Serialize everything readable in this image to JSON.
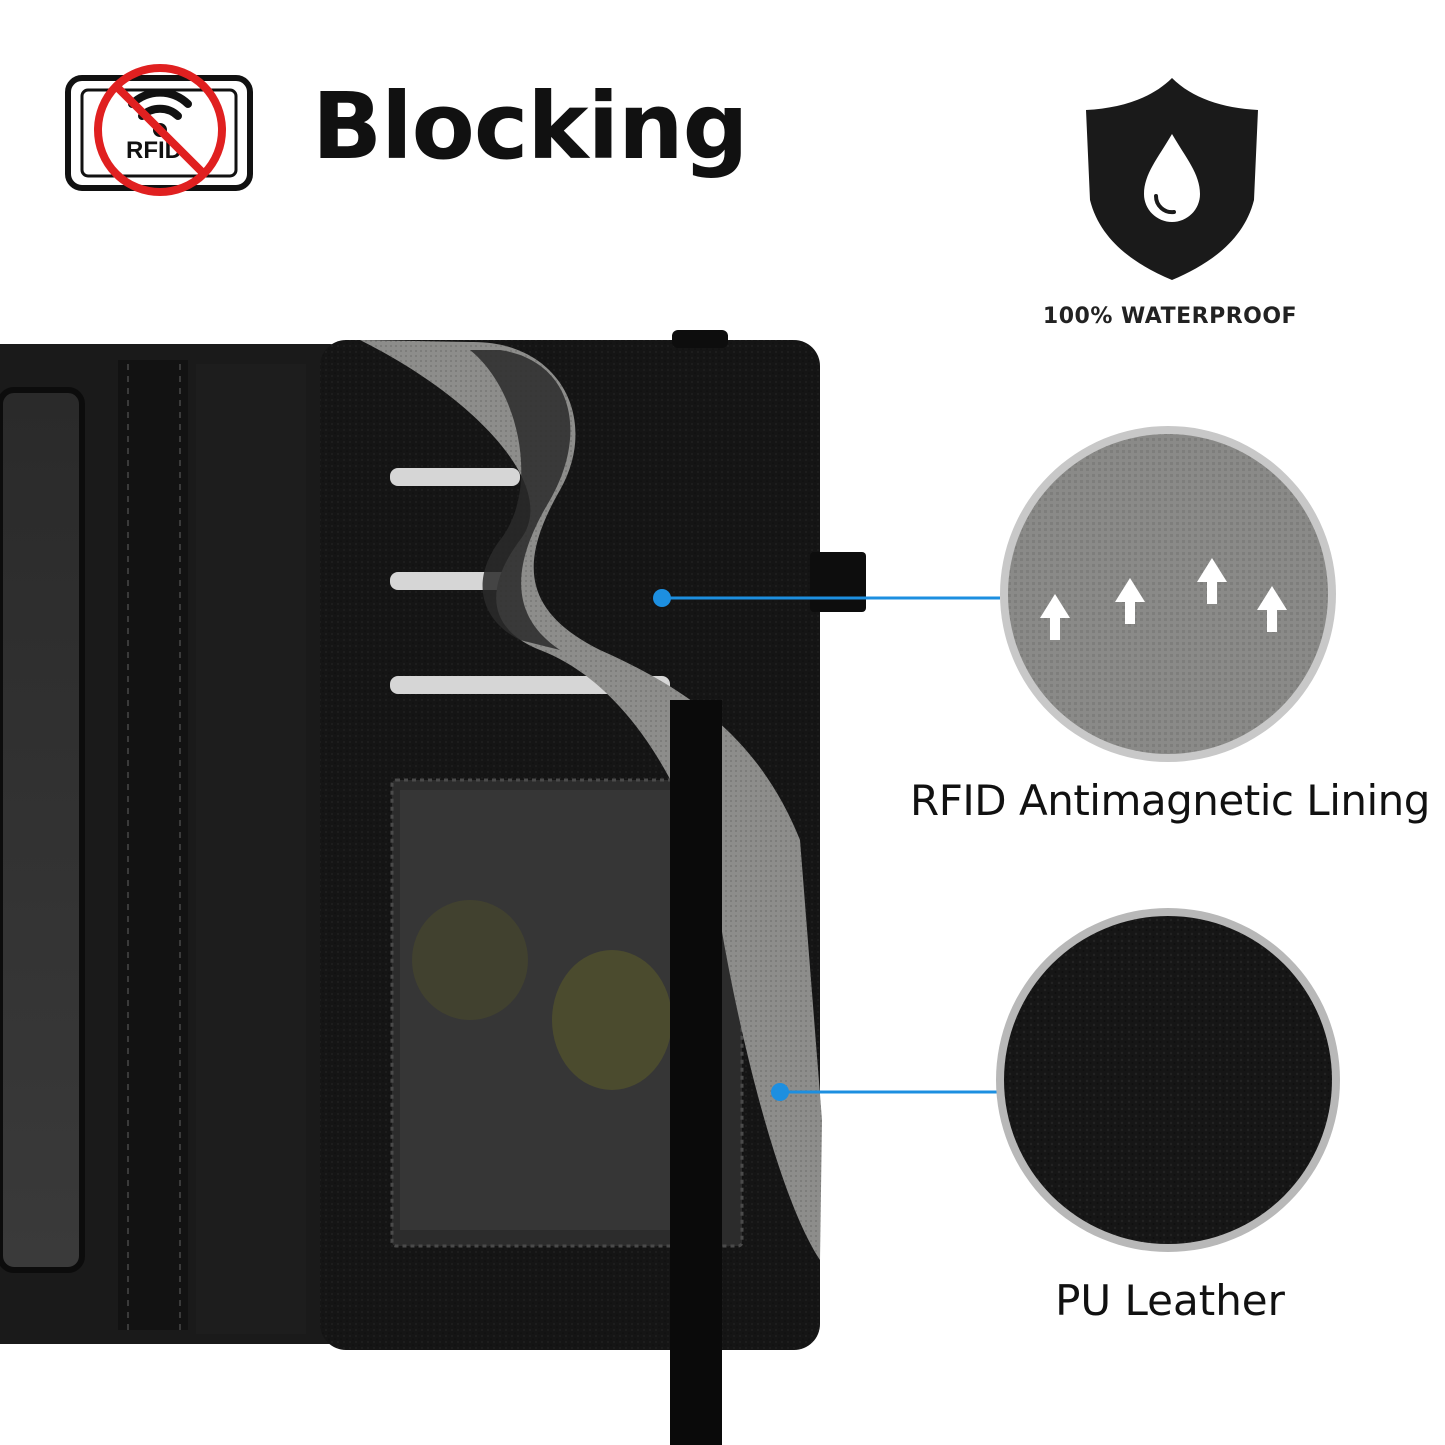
{
  "badge": {
    "text": "RFID",
    "icon": "rfid-blocked-icon"
  },
  "title": "Blocking",
  "waterproof": {
    "icon": "waterproof-shield-icon",
    "label": "100% WATERPROOF"
  },
  "features": [
    {
      "label": "RFID Antimagnetic Lining",
      "swatch": "lining-fabric-swatch"
    },
    {
      "label": "PU Leather",
      "swatch": "pu-leather-swatch"
    }
  ],
  "colors": {
    "leather": "#151515",
    "lining": "#8a8a88",
    "accent": "#1d8fe0",
    "no_sign": "#e02020"
  }
}
